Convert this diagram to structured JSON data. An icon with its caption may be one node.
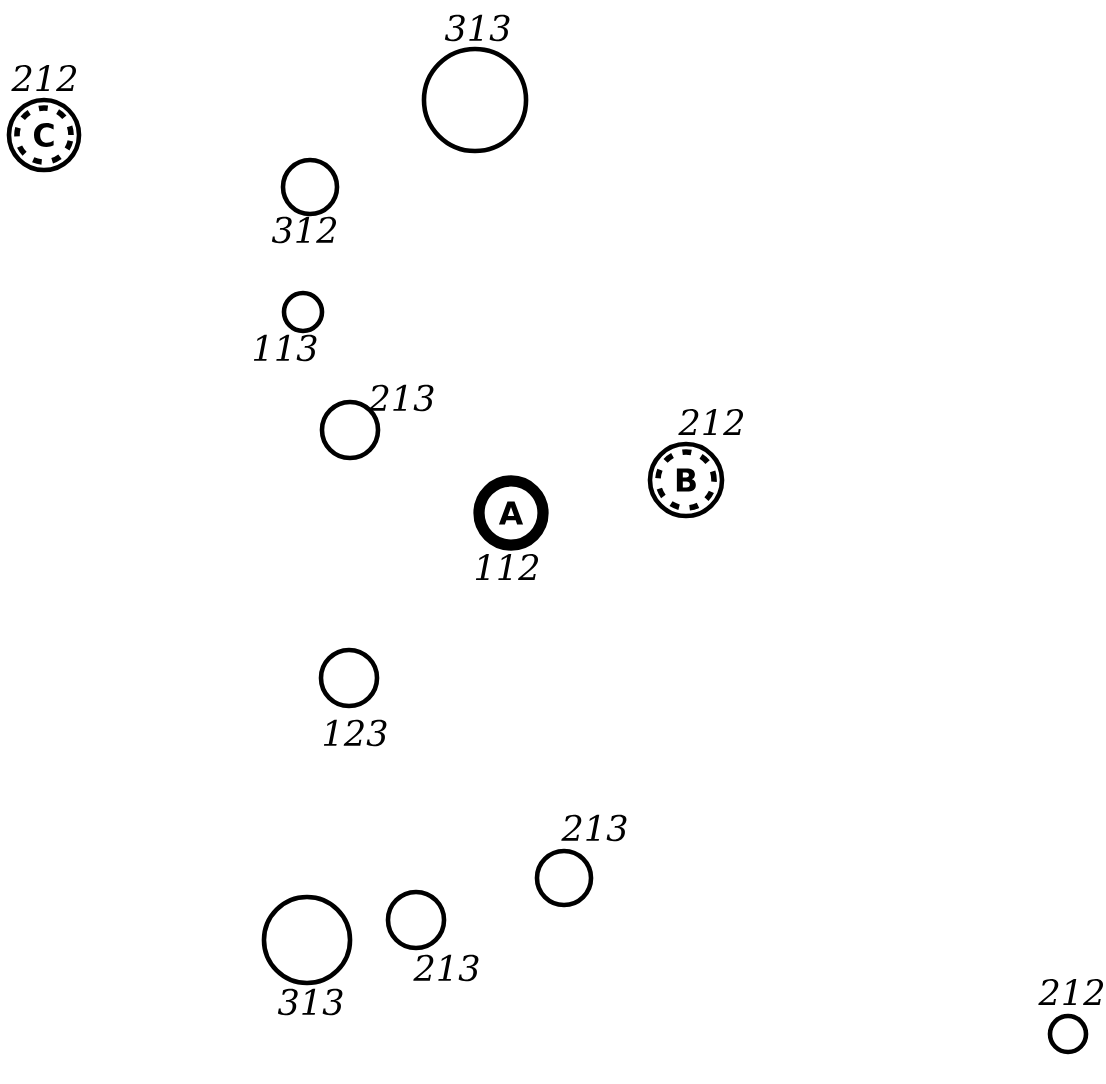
{
  "diagram": {
    "nodes": [
      {
        "text": [],
        "shape": "circle",
        "beside": [
          "313"
        ]
      },
      {
        "text": [
          "C"
        ],
        "beside": [
          "212"
        ]
      },
      {
        "text": [],
        "shape": "circle",
        "beside": [
          "312"
        ]
      },
      {
        "text": [],
        "shape": "circle",
        "beside": [
          "113"
        ]
      },
      {
        "text": [],
        "shape": "circle",
        "beside": [
          "213"
        ]
      },
      {
        "text": [
          "B"
        ],
        "beside": [
          "212"
        ]
      },
      {
        "text": [
          "A"
        ],
        "beside": [
          "112"
        ]
      },
      {
        "text": [],
        "shape": "circle",
        "beside": [
          "123"
        ]
      },
      {
        "text": [],
        "shape": "circle",
        "beside": [
          "213"
        ]
      },
      {
        "text": [],
        "shape": "circle",
        "beside": [
          "213"
        ]
      },
      {
        "text": [],
        "shape": "circle",
        "beside": [
          "313"
        ]
      },
      {
        "text": [],
        "shape": "circle",
        "beside": [
          "212"
        ]
      }
    ]
  }
}
